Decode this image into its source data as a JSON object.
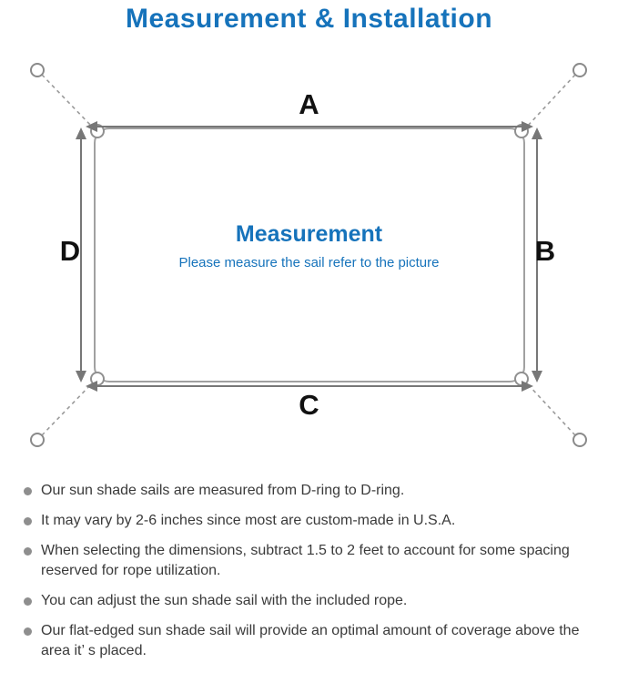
{
  "title": "Measurement & Installation",
  "colors": {
    "accent_blue": "#1673bb",
    "diagram_line_gray": "#9a9a9a",
    "label_black": "#111111",
    "body_text": "#3a3a3a",
    "bullet_gray": "#8e8e8e"
  },
  "diagram": {
    "labels": {
      "top": "A",
      "right": "B",
      "bottom": "C",
      "left": "D"
    },
    "center_title": "Measurement",
    "center_subtitle": "Please measure the sail refer to the picture"
  },
  "notes": {
    "items": [
      "Our sun shade sails are measured from D-ring to D-ring.",
      "It may vary by 2-6 inches since most are custom-made in U.S.A.",
      "When selecting the dimensions, subtract 1.5 to 2 feet to account for some spacing reserved for rope utilization.",
      "You can adjust the sun shade sail with the included rope.",
      "Our flat-edged sun shade sail will provide an optimal amount of coverage above the area it’ s placed."
    ]
  }
}
